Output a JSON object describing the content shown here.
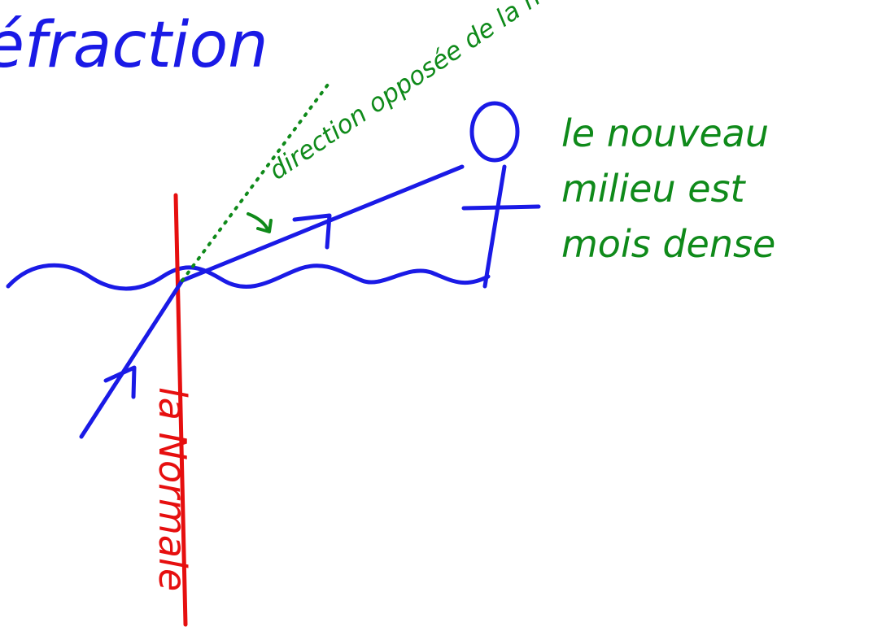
{
  "title": "éfraction",
  "annotations": {
    "dotted_label": "direction opposée de la normale",
    "medium_note": [
      "le nouveau",
      "milieu est",
      "mois dense"
    ],
    "normal_label": "la Normale"
  },
  "colors": {
    "ray": "#1a1ae6",
    "normal": "#e60f0f",
    "notes": "#0f8a1a",
    "background": "#ffffff"
  }
}
